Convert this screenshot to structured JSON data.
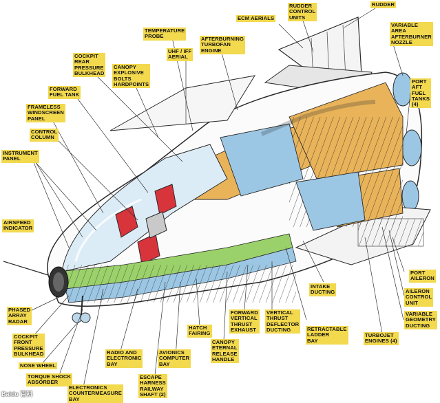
{
  "labels": {
    "ecm_aerials": "ECM AERIALS",
    "rudder_control_units": "RUDDER\nCONTROL\nUNITS",
    "rudder": "RUDDER",
    "variable_area_nozzle": "VARIABLE\nAREA\nAFTERBURNER\nNOZZLE",
    "temperature_probe": "TEMPERATURE\nPROBE",
    "afterburning_turbofan": "AFTERBURNING\nTURBOFAN\nENGINE",
    "cockpit_rear_bulkhead": "COCKPIT\nREAR\nPRESSURE\nBULKHEAD",
    "uhf_iff_aerial": "UHF / IFF\nAERIAL",
    "canopy_explosive_bolts": "CANOPY\nEXPLOSIVE\nBOLTS\nHARDPOINTS",
    "port_aft_fuel_tanks": "PORT\nAFT\nFUEL\nTANKS\n(4)",
    "forward_fuel_tank": "FORWARD\nFUEL TANK",
    "frameless_windscreen": "FRAMELESS\nWINDSCREEN\nPANEL",
    "control_column": "CONTROL\nCOLUMN",
    "instrument_panel": "INSTRUMENT\nPANEL",
    "airspeed_indicator": "AIRSPEED\nINDICATOR",
    "port_aileron": "PORT\nAILERON",
    "aileron_control_unit": "AILERON\nCONTROL\nUNIT",
    "intake_ducting": "INTAKE\nDUCTING",
    "turbojet_geometry": "VARIABLE\nGEOMETRY\nDUCTING",
    "turbojet_engines": "TURBOJET\nENGINES (4)",
    "phased_array_radar": "PHASED\nARRAY\nRADAR",
    "cockpit_front_bulkhead": "COCKPIT\nFRONT\nPRESSURE\nBULKHEAD",
    "nose_wheel": "NOSE WHEEL",
    "torque_shock_absorber": "TORQUE SHOCK\nABSORBER",
    "electronics_countermeasure": "ELECTRONICS\nCOUNTERMEASURE\nBAY",
    "radio_electronic_bay": "RADIO AND\nELECTRONIC\nBAY",
    "escape_harness_railway": "ESCAPE\nHARNESS\nRAILWAY\nSHAFT (2)",
    "avionics_computer_bay": "AVIONICS\nCOMPUTER\nBAY",
    "hatch_fairing": "HATCH\nFAIRING",
    "canopy_external_release": "CANOPY\nETERNAL\nRELEASE\nHANDLE",
    "forward_vertical_thrust_exhaust": "FORWARD\nVERTICAL\nTHRUST\nEXHAUST",
    "vertical_thrust_deflector": "VERTICAL\nTHRUST\nDEFLECTOR\nDUCTING",
    "retractable_ladder_bay": "RETRACTABLE\nLADDER\nBAY"
  },
  "watermark": "Baidu 百科",
  "colors": {
    "label_bg": "#f2d94e",
    "fuel_tank": "#e9b35a",
    "duct_blue": "#9cc7e4",
    "seat_red": "#d8343c",
    "bay_green": "#9bd16a",
    "hull_outline": "#2a2a2a"
  }
}
